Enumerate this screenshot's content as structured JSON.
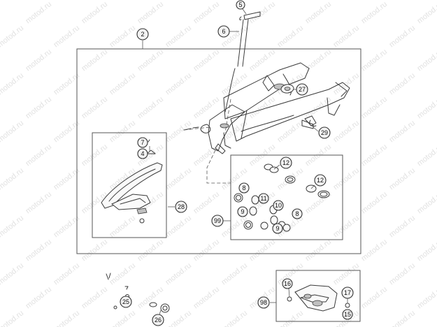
{
  "watermark": "motod.ru",
  "callouts": {
    "c2": "2",
    "c4": "4",
    "c5": "5",
    "c6": "6",
    "c7": "7",
    "c8a": "8",
    "c8b": "8",
    "c9a": "9",
    "c9b": "9",
    "c10": "10",
    "c11": "11",
    "c12a": "12",
    "c12b": "12",
    "c15": "15",
    "c16": "16",
    "c17": "17",
    "c25": "25",
    "c26": "26",
    "c27": "27",
    "c28": "28",
    "c29": "29",
    "c98": "98",
    "c99": "99"
  }
}
